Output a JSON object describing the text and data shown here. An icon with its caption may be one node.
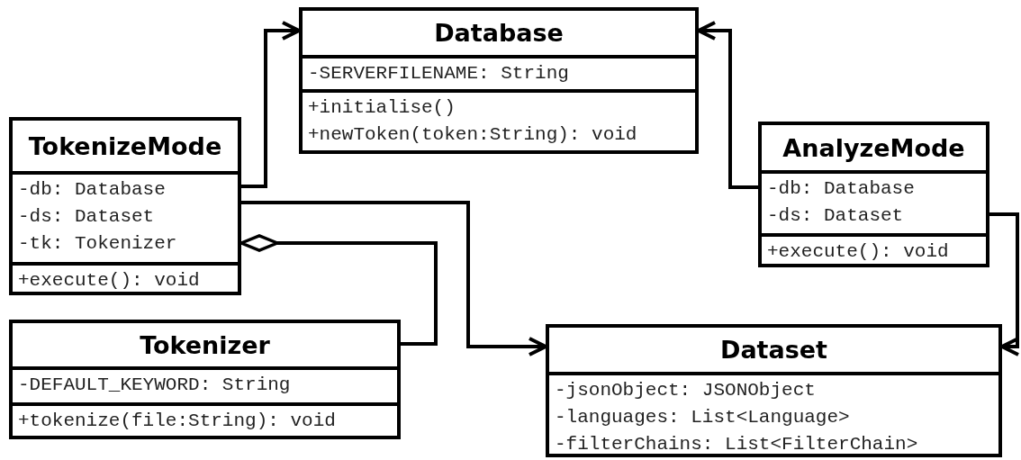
{
  "diagram": {
    "nodes": [
      {
        "text": [
          "Database",
          "-SERVERFILENAME: String",
          "+initialise()",
          "+newToken(token:String): void"
        ]
      },
      {
        "text": [
          "TokenizeMode",
          "-db: Database",
          "-ds: Dataset",
          "-tk: Tokenizer",
          "+execute(): void"
        ]
      },
      {
        "text": [
          "AnalyzeMode",
          "-db: Database",
          "-ds: Dataset",
          "+execute(): void"
        ]
      },
      {
        "text": [
          "Tokenizer",
          "-DEFAULT_KEYWORD: String",
          "+tokenize(file:String): void"
        ]
      },
      {
        "text": [
          "Dataset",
          "-jsonObject: JSONObject",
          "-languages: List<Language>",
          "-filterChains: List<FilterChain>"
        ]
      }
    ],
    "edges": [
      {
        "from": 1,
        "to": 0,
        "arrow": "to"
      },
      {
        "from": 2,
        "to": 0,
        "arrow": "to"
      },
      {
        "from": 1,
        "to": 4,
        "arrow": "to"
      },
      {
        "from": 3,
        "to": 1,
        "arrow": "other"
      },
      {
        "from": 2,
        "to": 4,
        "arrow": "to"
      }
    ]
  }
}
